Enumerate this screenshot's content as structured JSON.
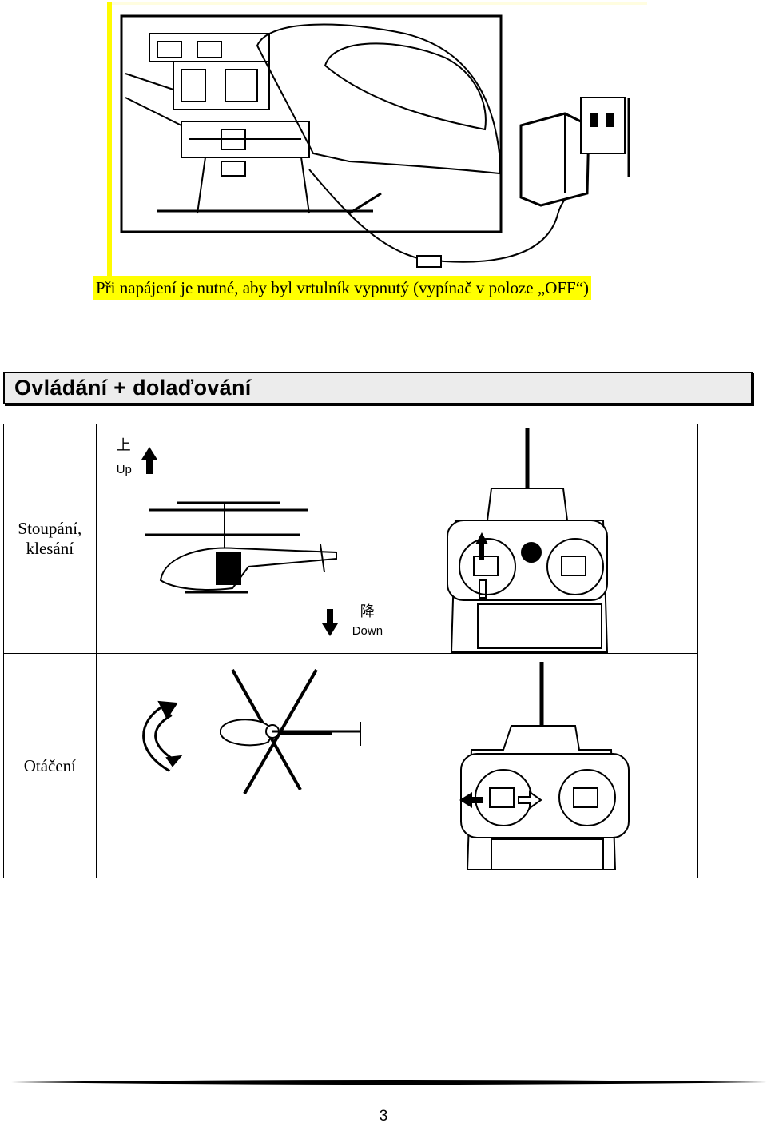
{
  "figure_power": {
    "icon": "helicopter-charging-illustration"
  },
  "caption": "Při napájení je nutné, aby byl vrtulník vypnutý (vypínač v poloze „OFF“)",
  "section_title": "Ovládání + dolaďování",
  "controls": [
    {
      "label_line1": "Stoupání,",
      "label_line2": "klesání",
      "up_char": "上",
      "up_label": "Up",
      "down_char": "降",
      "down_label": "Down"
    },
    {
      "label_line1": "Otáčení"
    }
  ],
  "page_number": "3",
  "colors": {
    "highlight": "#ffff00",
    "section_bg": "#ececec"
  }
}
